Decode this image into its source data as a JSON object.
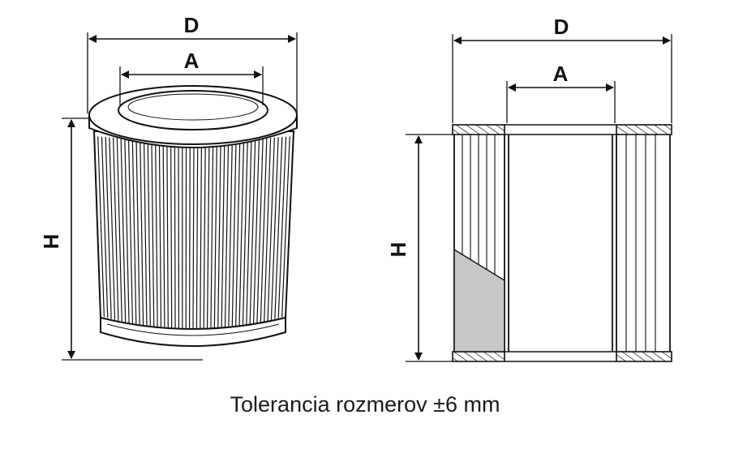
{
  "labels": {
    "left_diameter": "D",
    "left_inner": "A",
    "left_height": "H",
    "right_diameter": "D",
    "right_inner": "A",
    "right_height": "H"
  },
  "caption": "Tolerancia rozmerov ±6 mm",
  "colors": {
    "line": "#111111",
    "section_fill": "#c8c8c8",
    "background": "#ffffff"
  }
}
